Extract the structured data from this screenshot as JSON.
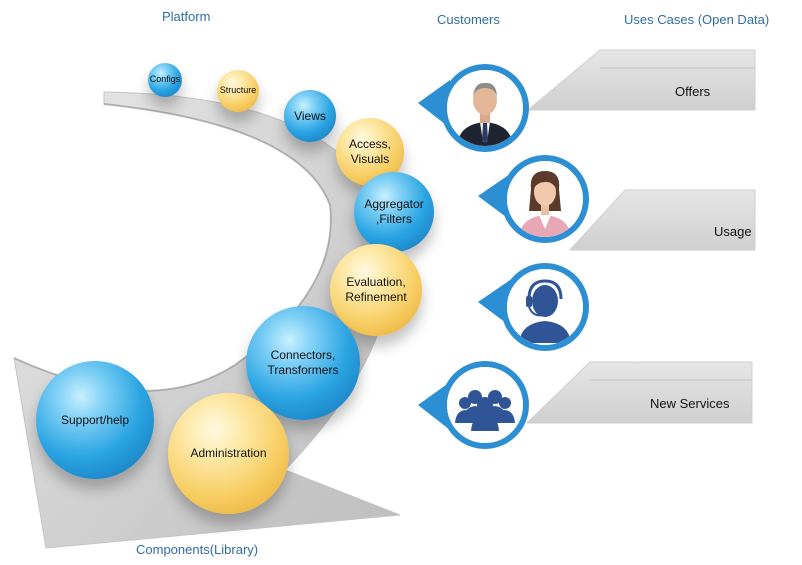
{
  "headers": {
    "platform": "Platform",
    "customers": "Customers",
    "use_cases": "Uses Cases (Open Data)",
    "components": "Components(Library)"
  },
  "balls": {
    "configs": "Configs",
    "structure": "Structure",
    "views": "Views",
    "access": "Access,\nVisuals",
    "aggregator": "Aggregator\n,Filters",
    "evaluation": "Evaluation,\nRefinement",
    "connectors": "Connectors,\nTransformers",
    "support": "Support/help",
    "administration": "Administration"
  },
  "use_cases": {
    "offers": "Offers",
    "usage": "Usage",
    "new_services": "New Services"
  },
  "colors": {
    "header_text": "#2e6da4",
    "ball_blue": "#2aa4e2",
    "ball_gold": "#f7cd62",
    "avatar_ring": "#2d8fd3",
    "road": "#d6d6d6",
    "banner": "#dcdcdc"
  },
  "icons": {
    "customer_1": "businessman-icon",
    "customer_2": "businesswoman-icon",
    "customer_3": "support-agent-icon",
    "customer_4": "user-group-icon"
  }
}
